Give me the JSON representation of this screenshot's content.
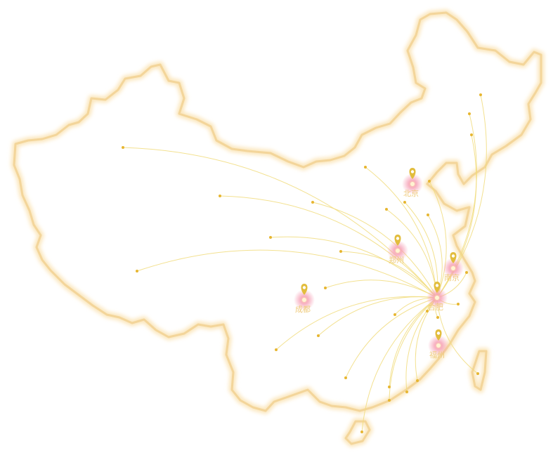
{
  "map": {
    "colors": {
      "outline": "#f3d59a",
      "outline_glow": "#fbe6bb",
      "flow_line": "#f1dc7c",
      "origin_dot": "#e7b631",
      "pin": "#e2bd3d",
      "pin_halo": "#f6a1b6",
      "label": "#efcb7c"
    },
    "icons": {
      "pin": "map-pin-icon",
      "ripple": "ripple-effect-icon"
    },
    "cities": [
      {
        "name": "北京",
        "id": "beijing"
      },
      {
        "name": "郑州",
        "id": "zhengzhou"
      },
      {
        "name": "南京",
        "id": "nanjing"
      },
      {
        "name": "合肥",
        "id": "hefei"
      },
      {
        "name": "成都",
        "id": "chengdu"
      },
      {
        "name": "福州",
        "id": "fuzhou"
      }
    ],
    "flow_destination": "合肥"
  }
}
